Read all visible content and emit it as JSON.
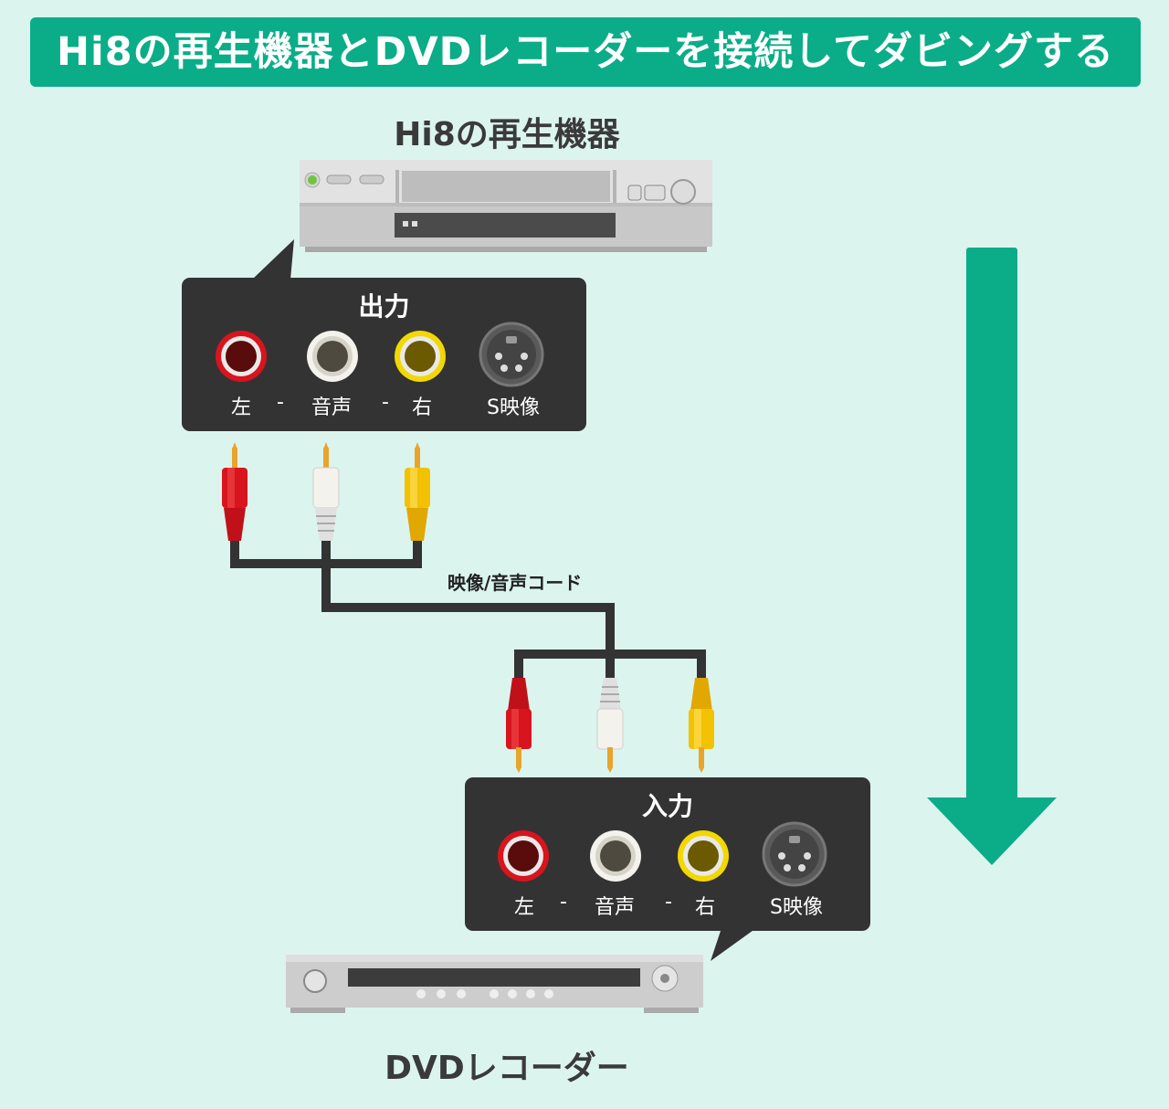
{
  "banner": {
    "title": "Hi8の再生機器とDVDレコーダーを接続してダビングする"
  },
  "source_device": {
    "label": "Hi8の再生機器",
    "panel": {
      "title": "出力",
      "ports": [
        {
          "label": "左",
          "color": "#d8141e"
        },
        {
          "label": "音声",
          "color": "#f4f2ec"
        },
        {
          "label": "右",
          "color": "#f2d800"
        },
        {
          "label": "S映像",
          "color": "#4a4a4a"
        }
      ],
      "separator": "-"
    }
  },
  "cable": {
    "label": "映像/音声コード",
    "plug_colors": [
      "#d8141e",
      "#f4f2ec",
      "#f2c200"
    ]
  },
  "target_device": {
    "label": "DVDレコーダー",
    "panel": {
      "title": "入力",
      "ports": [
        {
          "label": "左",
          "color": "#d8141e"
        },
        {
          "label": "音声",
          "color": "#f4f2ec"
        },
        {
          "label": "右",
          "color": "#f2d800"
        },
        {
          "label": "S映像",
          "color": "#4a4a4a"
        }
      ],
      "separator": "-"
    }
  },
  "colors": {
    "accent": "#0aad88",
    "background": "#dcf4ee",
    "panel": "#333333"
  }
}
